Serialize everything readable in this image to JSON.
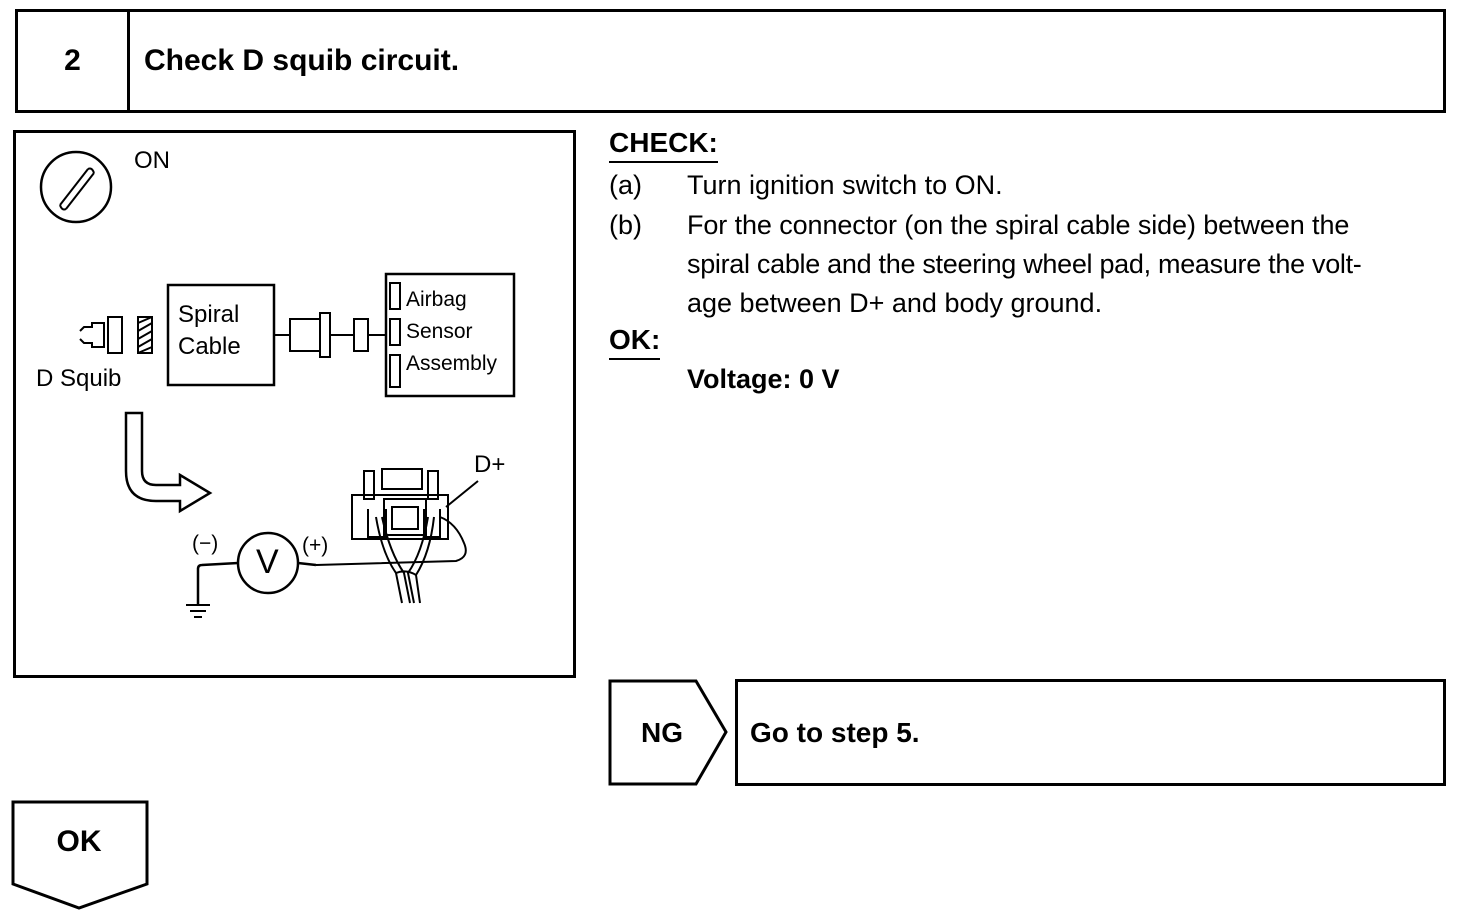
{
  "step": {
    "number": "2",
    "title": "Check D squib circuit."
  },
  "illustration": {
    "ignition_state": "ON",
    "spiral_cable_line1": "Spiral",
    "spiral_cable_line2": "Cable",
    "d_squib_label": "D Squib",
    "airbag_line1": "Airbag",
    "airbag_line2": "Sensor",
    "airbag_line3": "Assembly",
    "terminal_label": "D+",
    "meter_symbol": "V",
    "negative_probe": "(−)",
    "positive_probe": "(+)"
  },
  "check": {
    "heading": "CHECK:",
    "items": [
      {
        "key": "(a)",
        "text": "Turn ignition switch to ON."
      },
      {
        "key": "(b)",
        "lines": [
          "For the connector (on the spiral cable side) between the",
          "spiral cable and the steering wheel pad, measure the volt-",
          "age between D+ and body ground."
        ]
      }
    ]
  },
  "ok_spec": {
    "heading": "OK:",
    "value": "Voltage: 0 V"
  },
  "ng": {
    "label": "NG",
    "action": "Go to step 5."
  },
  "ok_result": {
    "label": "OK"
  }
}
